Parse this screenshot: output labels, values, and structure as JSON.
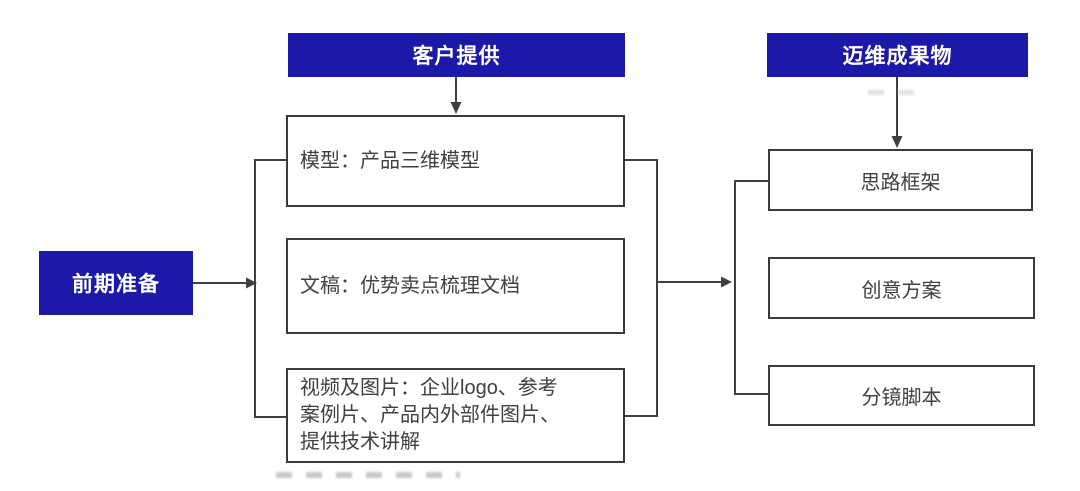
{
  "diagram": {
    "stage_box": {
      "label": "前期准备"
    },
    "client_group": {
      "header": "客户提供",
      "items": [
        {
          "label": "模型：产品三维模型"
        },
        {
          "label": "文稿：优势卖点梳理文档"
        },
        {
          "label_lines": [
            "视频及图片：企业logo、参考",
            "案例片、产品内外部件图片、",
            "提供技术讲解"
          ]
        }
      ]
    },
    "deliverables_group": {
      "header": "迈维成果物",
      "items": [
        {
          "label": "思路框架"
        },
        {
          "label": "创意方案"
        },
        {
          "label": "分镜脚本"
        }
      ]
    }
  },
  "colors": {
    "accent_blue": "#1c18a8",
    "line": "#404040",
    "box_border": "#3a3a3a",
    "text": "#404040",
    "background": "#ffffff"
  }
}
